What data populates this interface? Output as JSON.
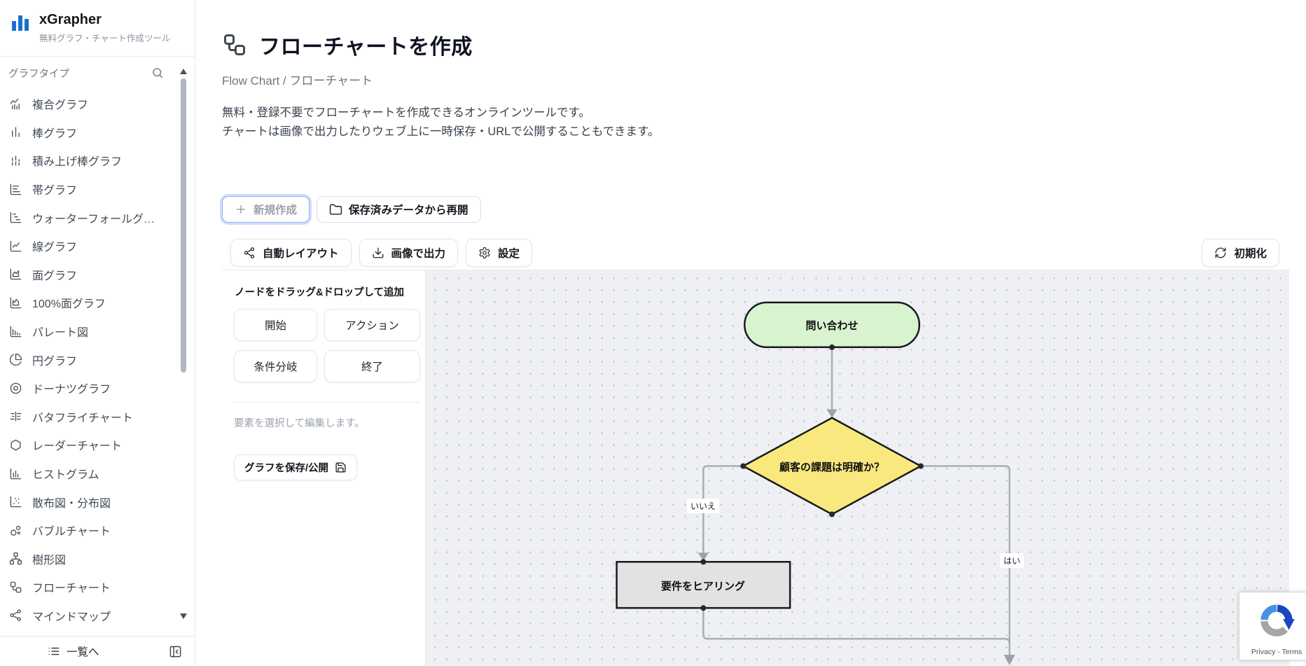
{
  "sidebar": {
    "logo": {
      "title": "xGrapher",
      "subtitle": "無料グラフ・チャート作成ツール"
    },
    "section_label": "グラフタイプ",
    "items": [
      {
        "label": "複合グラフ",
        "icon": "combo-chart-icon"
      },
      {
        "label": "棒グラフ",
        "icon": "bar-chart-icon"
      },
      {
        "label": "積み上げ棒グラフ",
        "icon": "stacked-bar-chart-icon"
      },
      {
        "label": "帯グラフ",
        "icon": "band-chart-icon"
      },
      {
        "label": "ウォーターフォールグ…",
        "icon": "waterfall-chart-icon"
      },
      {
        "label": "線グラフ",
        "icon": "line-chart-icon"
      },
      {
        "label": "面グラフ",
        "icon": "area-chart-icon"
      },
      {
        "label": "100%面グラフ",
        "icon": "area-100-chart-icon"
      },
      {
        "label": "パレート図",
        "icon": "pareto-chart-icon"
      },
      {
        "label": "円グラフ",
        "icon": "pie-chart-icon"
      },
      {
        "label": "ドーナツグラフ",
        "icon": "donut-chart-icon"
      },
      {
        "label": "バタフライチャート",
        "icon": "butterfly-chart-icon"
      },
      {
        "label": "レーダーチャート",
        "icon": "radar-chart-icon"
      },
      {
        "label": "ヒストグラム",
        "icon": "histogram-icon"
      },
      {
        "label": "散布図・分布図",
        "icon": "scatter-chart-icon"
      },
      {
        "label": "バブルチャート",
        "icon": "bubble-chart-icon"
      },
      {
        "label": "樹形図",
        "icon": "tree-diagram-icon"
      },
      {
        "label": "フローチャート",
        "icon": "flowchart-icon"
      },
      {
        "label": "マインドマップ",
        "icon": "mindmap-icon"
      }
    ],
    "footer": {
      "list_label": "一覧へ"
    }
  },
  "header": {
    "title": "フローチャートを作成",
    "breadcrumb": "Flow Chart / フローチャート",
    "description_line1": "無料・登録不要でフローチャートを作成できるオンラインツールです。",
    "description_line2": "チャートは画像で出力したりウェブ上に一時保存・URLで公開することもできます。"
  },
  "actions": {
    "new_label": "新規作成",
    "resume_label": "保存済みデータから再開"
  },
  "toolbar": {
    "auto_layout": "自動レイアウト",
    "export_image": "画像で出力",
    "settings": "設定",
    "reset": "初期化"
  },
  "palette": {
    "heading": "ノードをドラッグ&ドロップして追加",
    "nodes": [
      "開始",
      "アクション",
      "条件分岐",
      "終了"
    ],
    "hint": "要素を選択して編集します。",
    "save_label": "グラフを保存/公開"
  },
  "canvas": {
    "nodes": [
      {
        "id": "start",
        "type": "pill",
        "label": "問い合わせ",
        "fill": "#d8f3d0"
      },
      {
        "id": "decision",
        "type": "diamond",
        "label": "顧客の課題は明確か？",
        "fill": "#f9e87e"
      },
      {
        "id": "action",
        "type": "rect",
        "label": "要件をヒアリング",
        "fill": "#e2e2e2"
      }
    ],
    "edge_labels": {
      "no": "いいえ",
      "yes": "はい"
    },
    "colors": {
      "edge": "#a8adb5",
      "arrow": "#9ba1a9",
      "node_border": "#1a1a1a",
      "background": "#eef0f4",
      "dot": "#c6cbd3"
    }
  },
  "recaptcha": {
    "text": "Privacy - Terms"
  },
  "colors": {
    "brand_blue": "#1a6fd0",
    "focus_ring": "#93b4f4",
    "sidebar_text": "#434c58"
  }
}
